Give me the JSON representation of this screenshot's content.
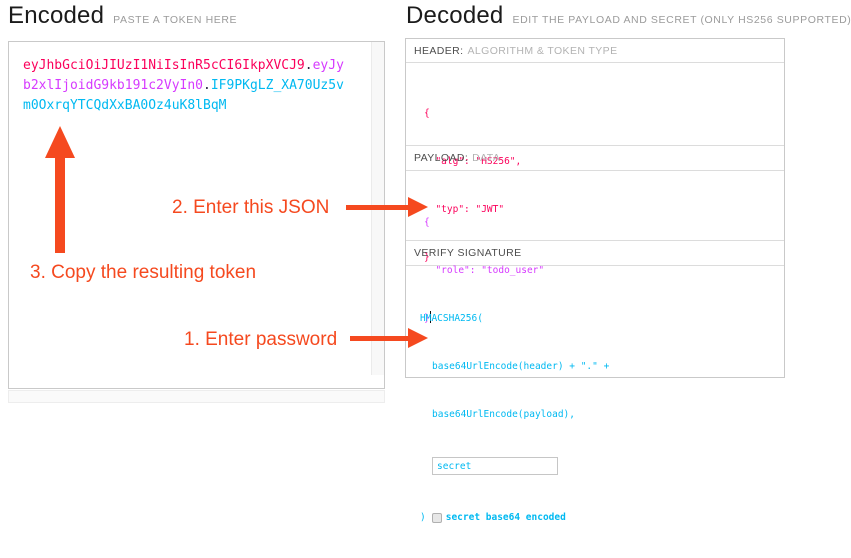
{
  "encoded": {
    "title": "Encoded",
    "subtitle": "PASTE A TOKEN HERE",
    "token": {
      "header": "eyJhbGciOiJIUzI1NiIsInR5cCI6IkpXVCJ9",
      "dot1": ".",
      "payload": "eyJyb2xlIjoidG9kb191c2VyIn0",
      "dot2": ".",
      "signature": "IF9PKgLZ_XA70Uz5vm0OxrqYTCQdXxBA0Oz4uK8lBqM"
    },
    "colors": {
      "header": "#fb015b",
      "payload": "#d63aff",
      "signature": "#00b9f1"
    }
  },
  "decoded": {
    "title": "Decoded",
    "subtitle": "EDIT THE PAYLOAD AND SECRET (ONLY HS256 SUPPORTED)",
    "header_section": {
      "label_strong": "HEADER:",
      "label_light": "ALGORITHM & TOKEN TYPE",
      "lines": [
        "{",
        "  \"alg\": \"HS256\",",
        "  \"typ\": \"JWT\"",
        "}"
      ]
    },
    "payload_section": {
      "label_strong": "PAYLOAD:",
      "label_light": "DATA",
      "lines": [
        "{",
        "  \"role\": \"todo_user\"",
        "}"
      ]
    },
    "verify_section": {
      "label_strong": "VERIFY SIGNATURE",
      "code_line1": "HMACSHA256(",
      "code_line2": "base64UrlEncode(header) + \".\" +",
      "code_line3": "base64UrlEncode(payload),",
      "secret_value": "secret",
      "close_paren": ")",
      "checkbox_label": "secret base64 encoded"
    }
  },
  "annotations": {
    "color": "#f5491f",
    "step1": "1. Enter password",
    "step2": "2. Enter this JSON",
    "step3": "3. Copy the resulting token"
  }
}
